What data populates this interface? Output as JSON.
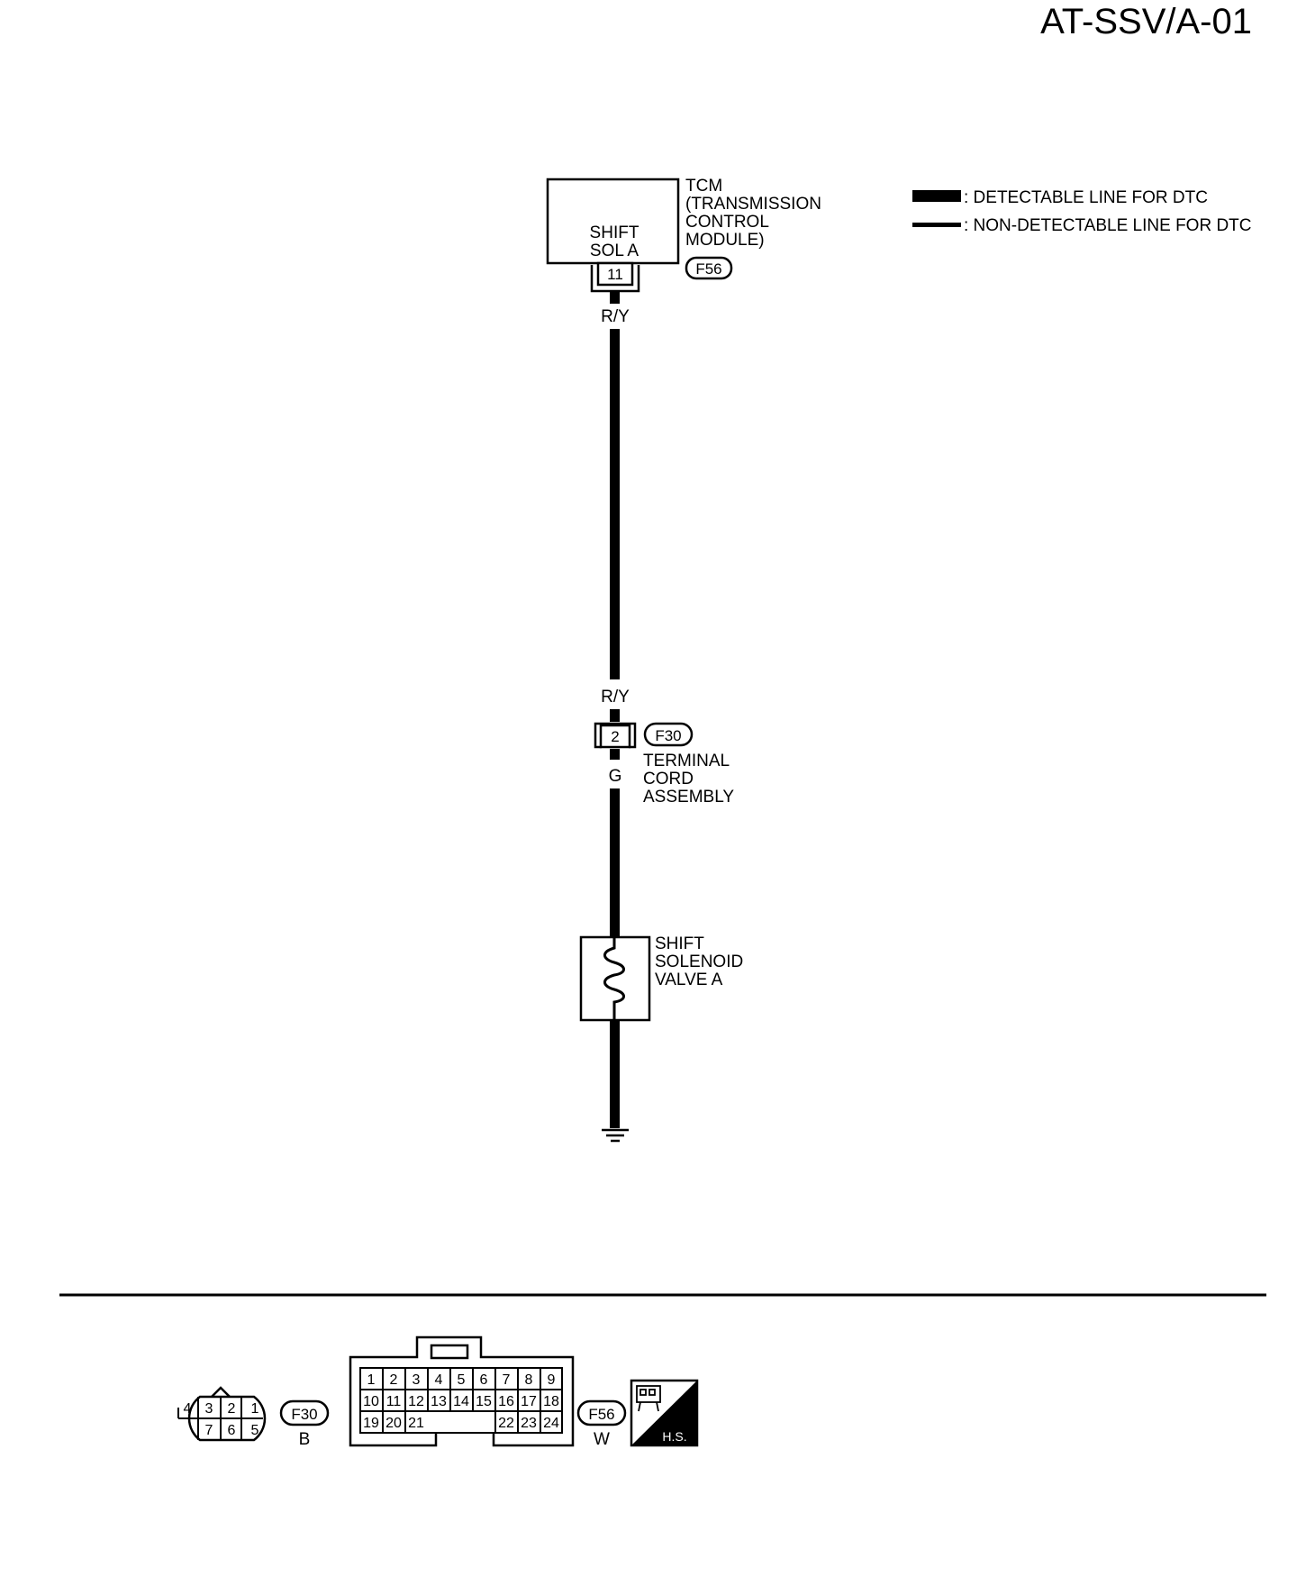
{
  "page_code": "AT-SSV/A-01",
  "legend": {
    "detectable": ": DETECTABLE LINE FOR DTC",
    "non_detectable": ": NON-DETECTABLE LINE FOR DTC"
  },
  "tcm": {
    "name_lines": [
      "TCM",
      "(TRANSMISSION",
      "CONTROL",
      "MODULE)"
    ],
    "terminal_label_lines": [
      "SHIFT",
      "SOL A"
    ],
    "pin": "11",
    "connector": "F56"
  },
  "wire_top_color": "R/Y",
  "wire_mid_color": "R/Y",
  "wire_bottom_color": "G",
  "junction": {
    "pin": "2",
    "connector": "F30",
    "name_lines": [
      "TERMINAL",
      "CORD",
      "ASSEMBLY"
    ]
  },
  "solenoid": {
    "name_lines": [
      "SHIFT",
      "SOLENOID",
      "VALVE A"
    ]
  },
  "connector_views": {
    "f30": {
      "id": "F30",
      "color": "B",
      "top_pins": [
        "4",
        "3",
        "2",
        "1"
      ],
      "bottom_pins": [
        "7",
        "6",
        "5"
      ]
    },
    "f56": {
      "id": "F56",
      "color": "W",
      "row1": [
        "1",
        "2",
        "3",
        "4",
        "5",
        "6",
        "7",
        "8",
        "9"
      ],
      "row2": [
        "10",
        "11",
        "12",
        "13",
        "14",
        "15",
        "16",
        "17",
        "18"
      ],
      "row3_left": [
        "19",
        "20",
        "21"
      ],
      "row3_right": [
        "22",
        "23",
        "24"
      ]
    },
    "hs_badge": "H.S."
  }
}
